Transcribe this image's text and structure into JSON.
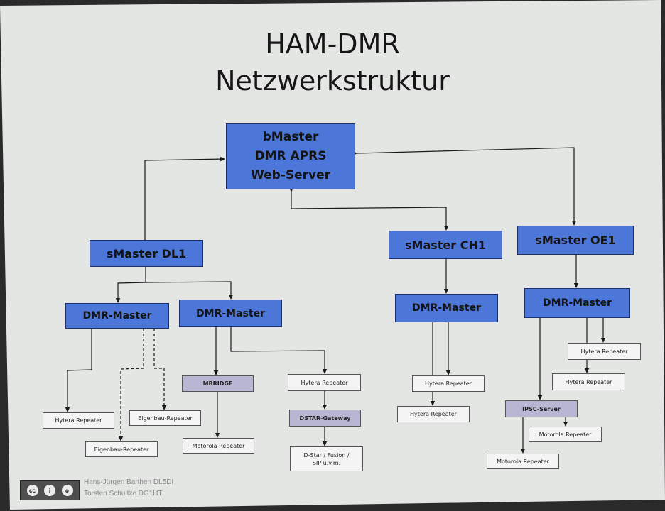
{
  "title": {
    "line1": "HAM-DMR",
    "line2": "Netzwerkstruktur"
  },
  "nodes": {
    "bmaster": "bMaster\nDMR APRS\nWeb-Server",
    "smaster_dl1": "sMaster DL1",
    "smaster_ch1": "sMaster CH1",
    "smaster_oe1": "sMaster OE1",
    "dmr_master": "DMR-Master",
    "mbridge": "MBRIDGE",
    "dstar_gateway": "DSTAR-Gateway",
    "ipsc_server": "IPSC-Server",
    "hytera_repeater": "Hytera Repeater",
    "eigenbau_repeater": "Eigenbau-Repeater",
    "motorola_repeater": "Motorola Repeater",
    "dstar_fusion": "D-Star / Fusion /\nSIP u.v.m."
  },
  "footer": {
    "author1": "Hans-Jürgen Barthen DL5DI",
    "author2": "Torsten Schultze DG1HT",
    "license_badge": "cc-by-sa-icon"
  }
}
